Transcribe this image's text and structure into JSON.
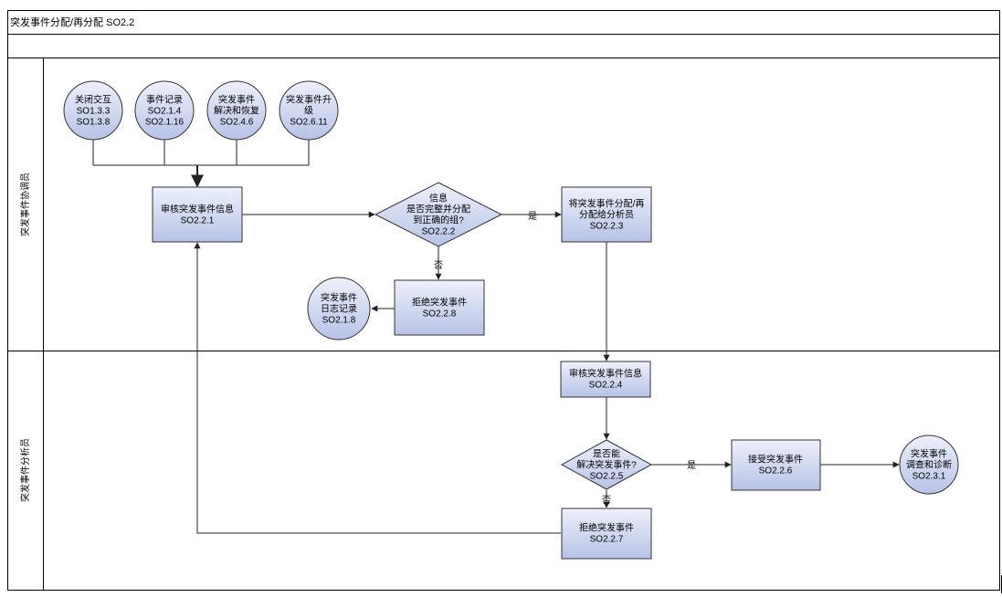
{
  "title": "突发事件分配/再分配 SO2.2",
  "colors": {
    "box_fill_top": "#eef1fb",
    "box_fill_bottom": "#b7c2e6",
    "stroke": "#333333",
    "line": "#222222",
    "frame": "#000000"
  },
  "lanes": [
    {
      "id": "coordinator",
      "label": "突发事件协调员"
    },
    {
      "id": "analyst",
      "label": "突发事件分析员"
    }
  ],
  "nodes": {
    "c1": {
      "lines": [
        "关闭交互",
        "SO1.3.3",
        "SO1.3.8"
      ]
    },
    "c2": {
      "lines": [
        "事件记录",
        "SO2.1.4",
        "SO2.1.16"
      ]
    },
    "c3": {
      "lines": [
        "突发事件",
        "解决和恢复",
        "SO2.4.6"
      ]
    },
    "c4": {
      "lines": [
        "突发事件升",
        "级",
        "SO2.6.11"
      ]
    },
    "r221": {
      "lines": [
        "审核突发事件信息",
        "SO2.2.1"
      ]
    },
    "d222": {
      "lines": [
        "信息",
        "是否完整并分配",
        "到正确的组?",
        "SO2.2.2"
      ]
    },
    "r223": {
      "lines": [
        "将突发事件分配/再",
        "分配给分析员",
        "SO2.2.3"
      ]
    },
    "r228": {
      "lines": [
        "拒绝突发事件",
        "SO2.2.8"
      ]
    },
    "c218": {
      "lines": [
        "突发事件",
        "日志记录",
        "SO2.1.8"
      ]
    },
    "r224": {
      "lines": [
        "审核突发事件信息",
        "SO2.2.4"
      ]
    },
    "d225": {
      "lines": [
        "是否能",
        "解决突发事件?",
        "SO2.2.5"
      ]
    },
    "r226": {
      "lines": [
        "接受突发事件",
        "SO2.2.6"
      ]
    },
    "c231": {
      "lines": [
        "突发事件",
        "调查和诊断",
        "SO2.3.1"
      ]
    },
    "r227": {
      "lines": [
        "拒绝突发事件",
        "SO2.2.7"
      ]
    }
  },
  "edge_labels": {
    "yes1": "是",
    "no1": "否",
    "yes2": "是",
    "no2": "否"
  }
}
